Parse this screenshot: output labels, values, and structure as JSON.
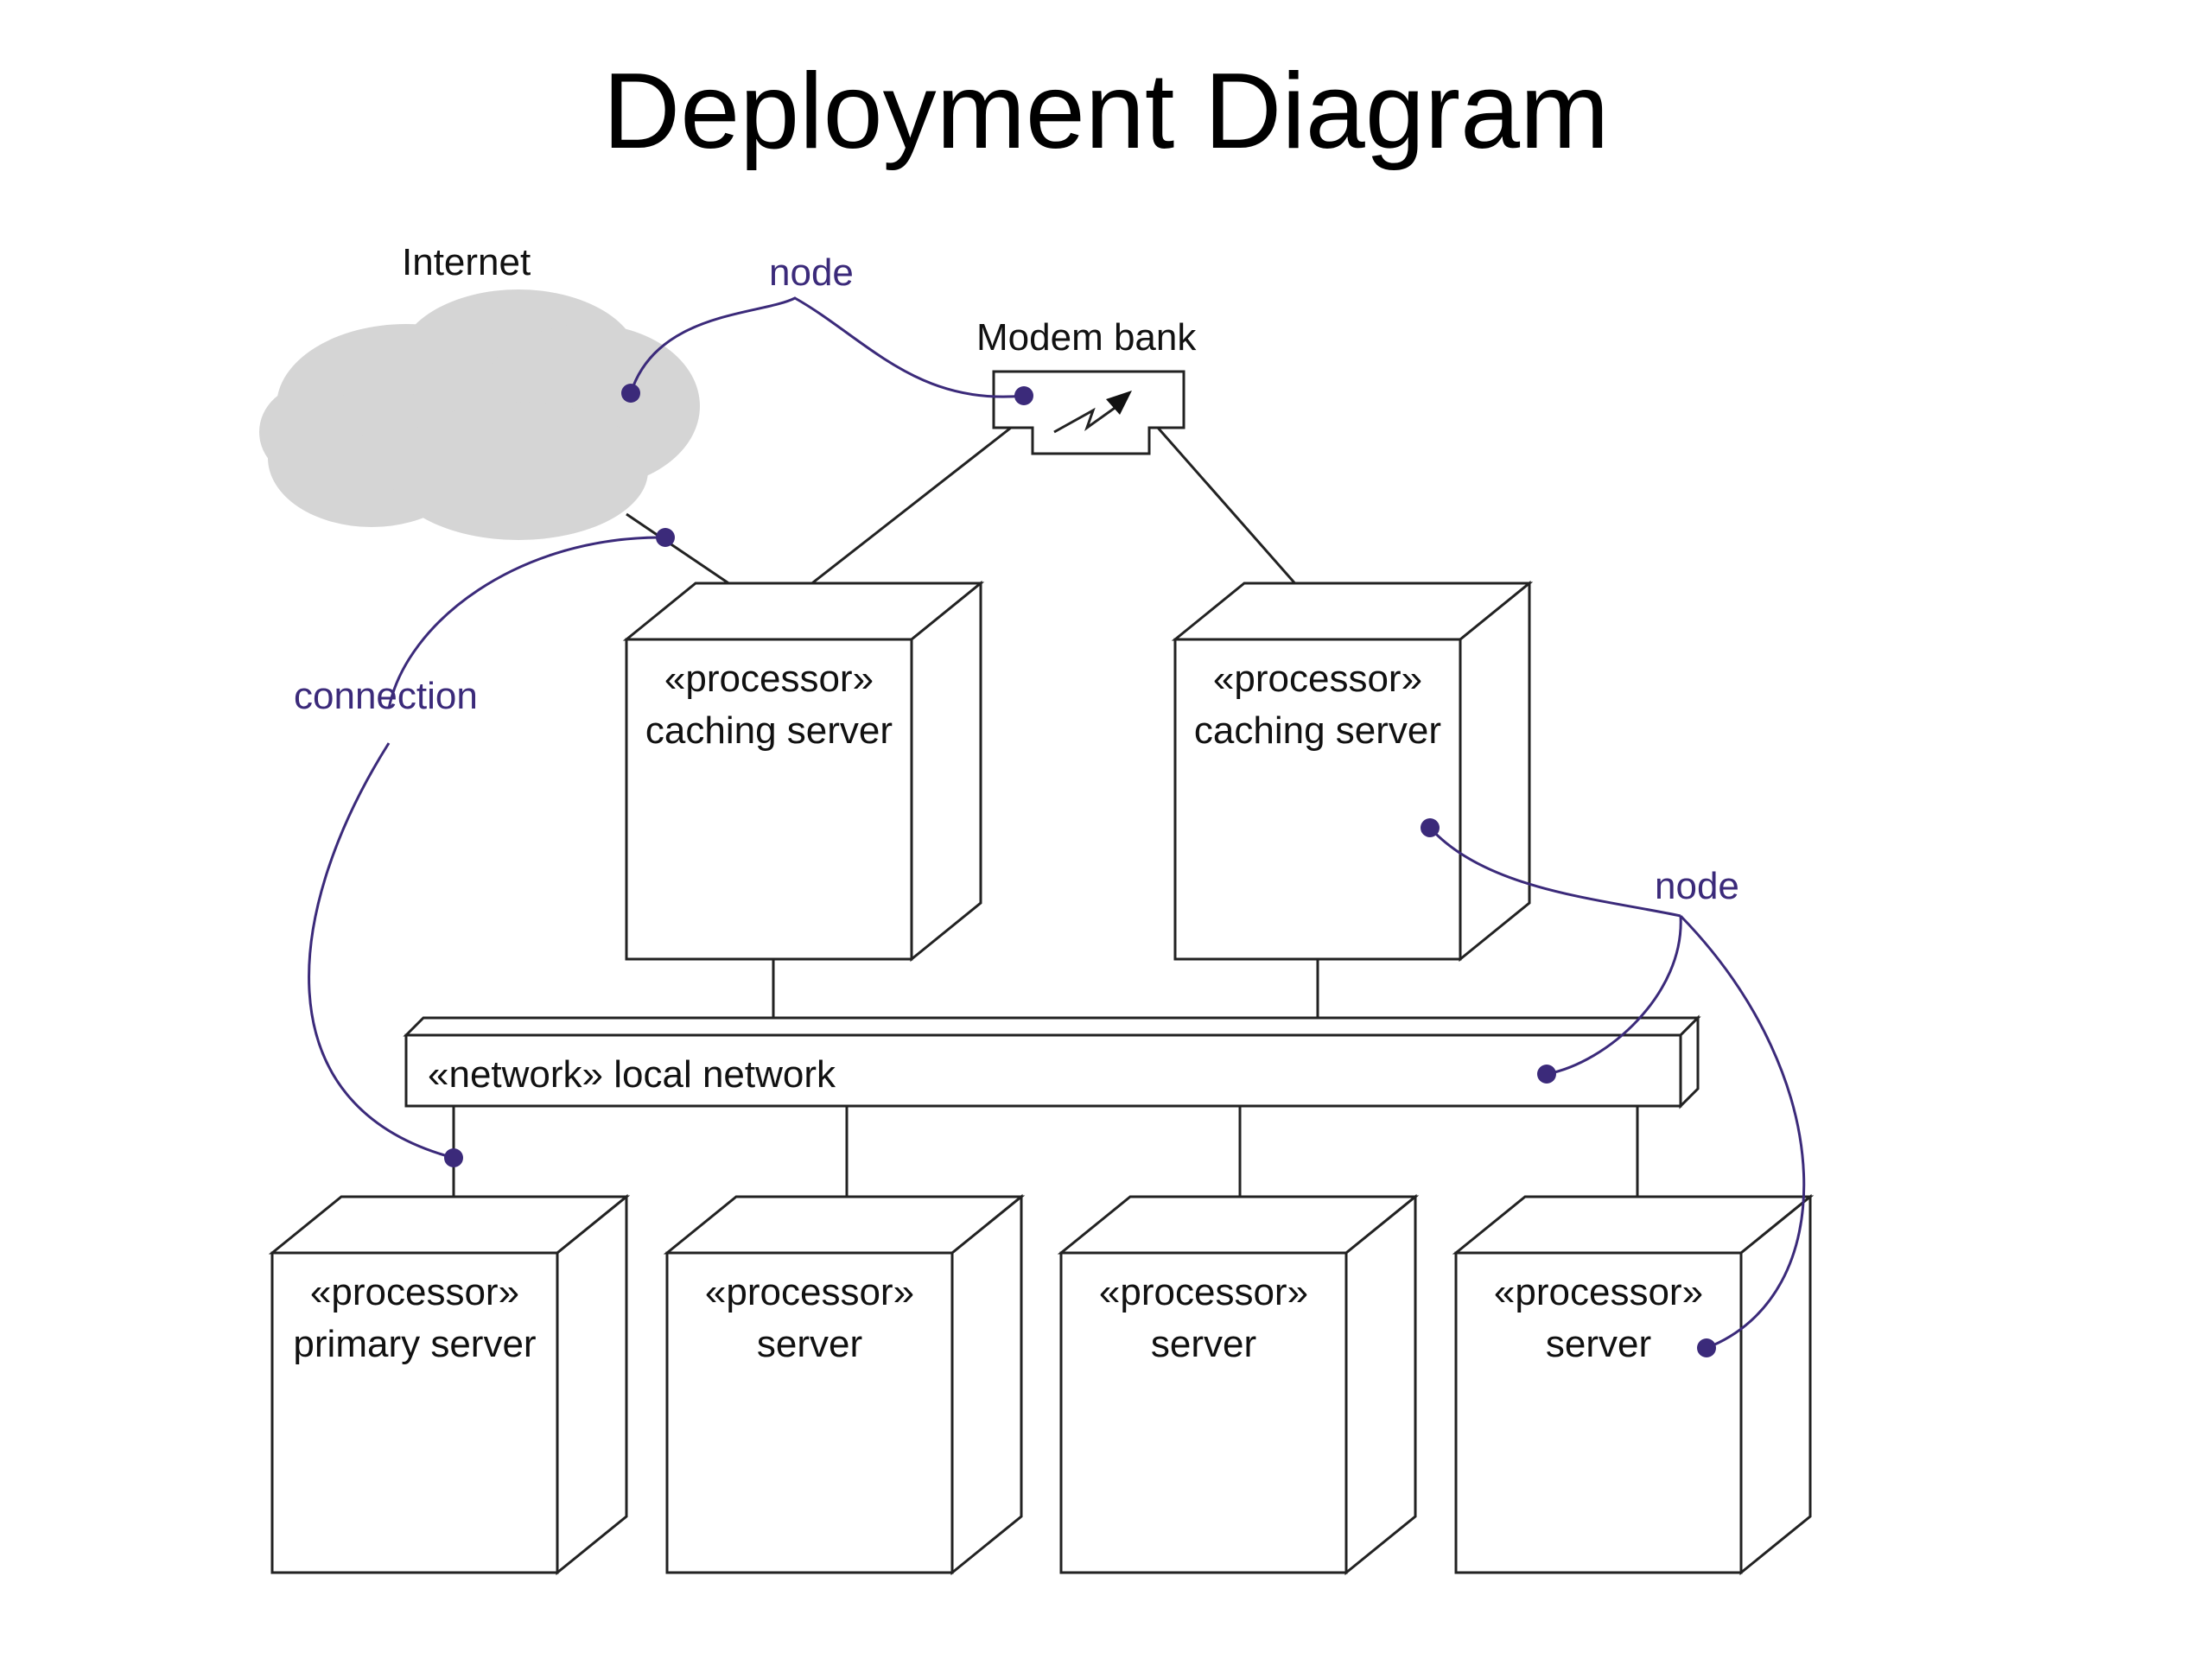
{
  "title": "Deployment Diagram",
  "colors": {
    "annotation": "#3b2a7a",
    "cloud": "#d5d5d5"
  },
  "icons": {
    "modem": "lightning-arrow-icon",
    "internet": "cloud-icon"
  },
  "labels": {
    "internet": "Internet",
    "modem_bank": "Modem bank",
    "callout_node_top": "node",
    "callout_node_right": "node",
    "callout_connection": "connection"
  },
  "network": {
    "stereotype": "«network»",
    "name": "local network",
    "text": "«network» local network"
  },
  "nodes": [
    {
      "id": "caching-server-1",
      "stereotype": "«processor»",
      "name": "caching server"
    },
    {
      "id": "caching-server-2",
      "stereotype": "«processor»",
      "name": "caching server"
    },
    {
      "id": "primary-server",
      "stereotype": "«processor»",
      "name": "primary server"
    },
    {
      "id": "server-1",
      "stereotype": "«processor»",
      "name": "server"
    },
    {
      "id": "server-2",
      "stereotype": "«processor»",
      "name": "server"
    },
    {
      "id": "server-3",
      "stereotype": "«processor»",
      "name": "server"
    }
  ]
}
